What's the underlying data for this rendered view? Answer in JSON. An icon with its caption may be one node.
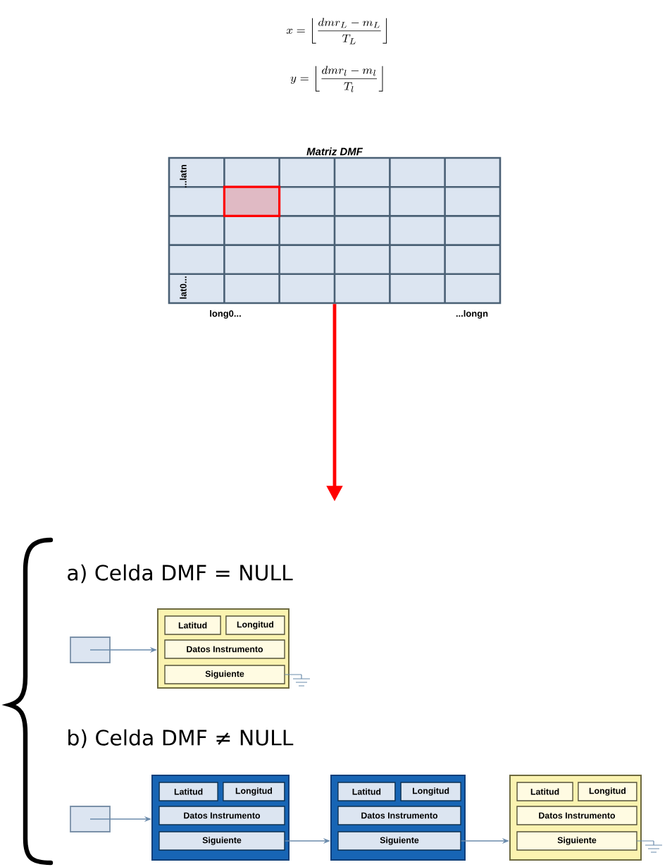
{
  "diagram": {
    "nodes": [
      {
        "text": [
          "Matriz DMF"
        ]
      },
      {
        "text": [],
        "shape": "box"
      },
      {
        "text": [],
        "shape": "box"
      },
      {
        "text": [
          "Latitud"
        ],
        "in": 2
      },
      {
        "text": [
          "Longitud"
        ],
        "in": 2
      },
      {
        "text": [
          "Datos Instrumento"
        ],
        "in": 2
      },
      {
        "text": [
          "Siguiente"
        ],
        "in": 2
      },
      {
        "text": [],
        "shape": "box"
      },
      {
        "text": [],
        "shape": "box"
      },
      {
        "text": [
          "Latitud"
        ],
        "in": 8
      },
      {
        "text": [
          "Longitud"
        ],
        "in": 8
      },
      {
        "text": [
          "Datos Instrumento"
        ],
        "in": 8
      },
      {
        "text": [
          "Siguiente"
        ],
        "in": 8
      },
      {
        "text": [],
        "shape": "box"
      },
      {
        "text": [
          "Latitud"
        ],
        "in": 13
      },
      {
        "text": [
          "Longitud"
        ],
        "in": 13
      },
      {
        "text": [
          "Datos Instrumento"
        ],
        "in": 13
      },
      {
        "text": [
          "Siguiente"
        ],
        "in": 13
      },
      {
        "text": [],
        "shape": "box"
      },
      {
        "text": [
          "Latitud"
        ],
        "in": 18
      },
      {
        "text": [
          "Longitud"
        ],
        "in": 18
      },
      {
        "text": [
          "Datos Instrumento"
        ],
        "in": 18
      },
      {
        "text": [
          "Siguiente"
        ],
        "in": 18
      }
    ],
    "edges": [
      {
        "from": 0,
        "to": null,
        "arrow": "to",
        "style": "thick",
        "color": "#ff0000"
      },
      {
        "from": 1,
        "to": 2,
        "arrow": "to"
      },
      {
        "from": 7,
        "to": 8,
        "arrow": "to"
      },
      {
        "from": 12,
        "to": 13,
        "arrow": "to"
      },
      {
        "from": 17,
        "to": 18,
        "arrow": "to"
      }
    ],
    "labels": [
      "x = \\left\\lfloor \\frac{dmr_L - m_L}{T_L} \\right\\rfloor",
      "y = \\left\\lfloor \\frac{dmr_l - m_l}{T_l} \\right\\rfloor",
      "...latn",
      "lat0...",
      "long0...",
      "...longn",
      "a) Celda DMF = NULL",
      "b) Celda DMF ≠ NULL"
    ]
  }
}
